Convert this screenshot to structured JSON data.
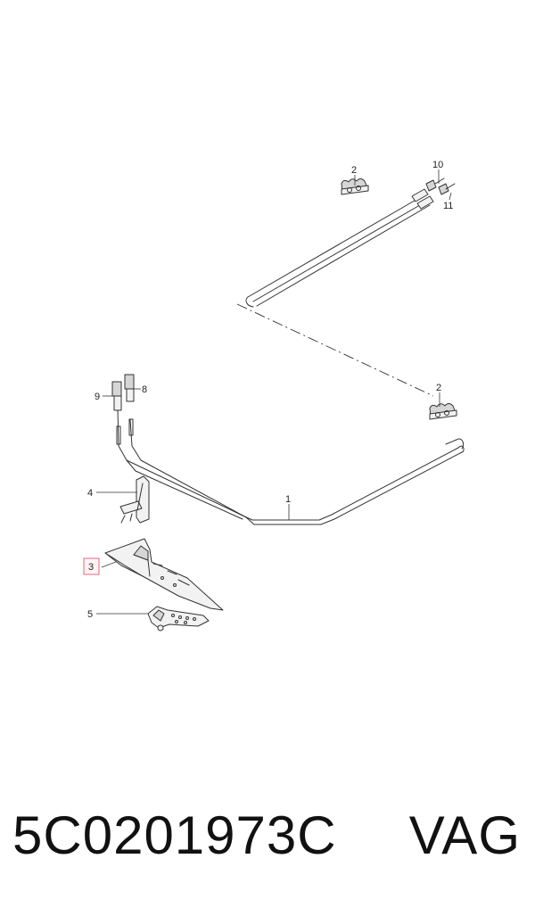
{
  "callouts": {
    "c1": "1",
    "c2_top": "2",
    "c2_right": "2",
    "c3": "3",
    "c4": "4",
    "c5": "5",
    "c8": "8",
    "c9": "9",
    "c10": "10",
    "c11": "11"
  },
  "highlight_color": "#e05a6a",
  "footer": {
    "part_number": "5C0201973C",
    "brand": "VAG"
  }
}
